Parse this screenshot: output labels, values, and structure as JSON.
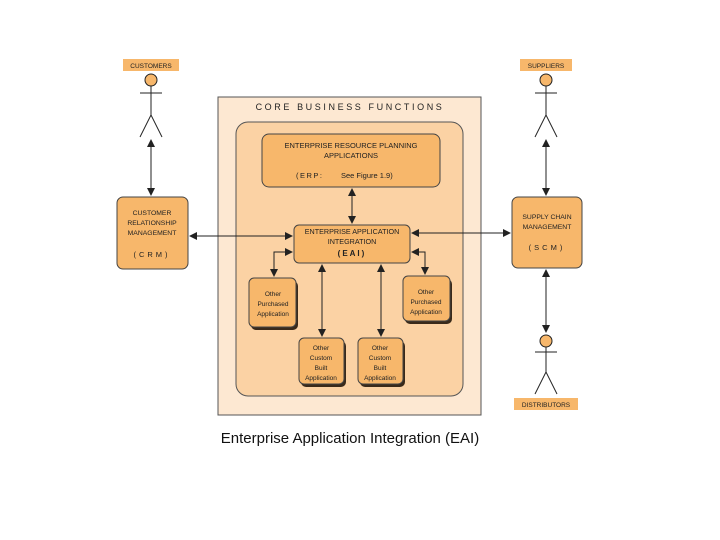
{
  "actors": {
    "customers": "CUSTOMERS",
    "suppliers": "SUPPLIERS",
    "distributors": "DISTRIBUTORS"
  },
  "core": {
    "title": "CORE BUSINESS FUNCTIONS",
    "erp": {
      "line1": "ENTERPRISE RESOURCE PLANNING",
      "line2": "APPLICATIONS",
      "line3a": "(ERP:",
      "line3b": "See Figure 1.9)"
    },
    "eai": {
      "line1": "ENTERPRISE APPLICATION",
      "line2": "INTEGRATION",
      "line3": "(EAI)"
    },
    "other_purchased_left": [
      "Other",
      "Purchased",
      "Application"
    ],
    "other_purchased_right": [
      "Other",
      "Purchased",
      "Application"
    ],
    "custom_left": [
      "Other",
      "Custom",
      "Built",
      "Application"
    ],
    "custom_right": [
      "Other",
      "Custom",
      "Built",
      "Application"
    ]
  },
  "crm": {
    "line1": "CUSTOMER",
    "line2": "RELATIONSHIP",
    "line3": "MANAGEMENT",
    "line4": "(CRM)"
  },
  "scm": {
    "line1": "SUPPLY CHAIN",
    "line2": "MANAGEMENT",
    "line3": "(SCM)"
  },
  "caption": "Enterprise Application Integration (EAI)",
  "colors": {
    "outer_panel": "#fde8d2",
    "inner_panel": "#fbd2a4",
    "box_fill": "#f7b76b",
    "label_fill": "#f7b76b",
    "stroke": "#333333"
  }
}
